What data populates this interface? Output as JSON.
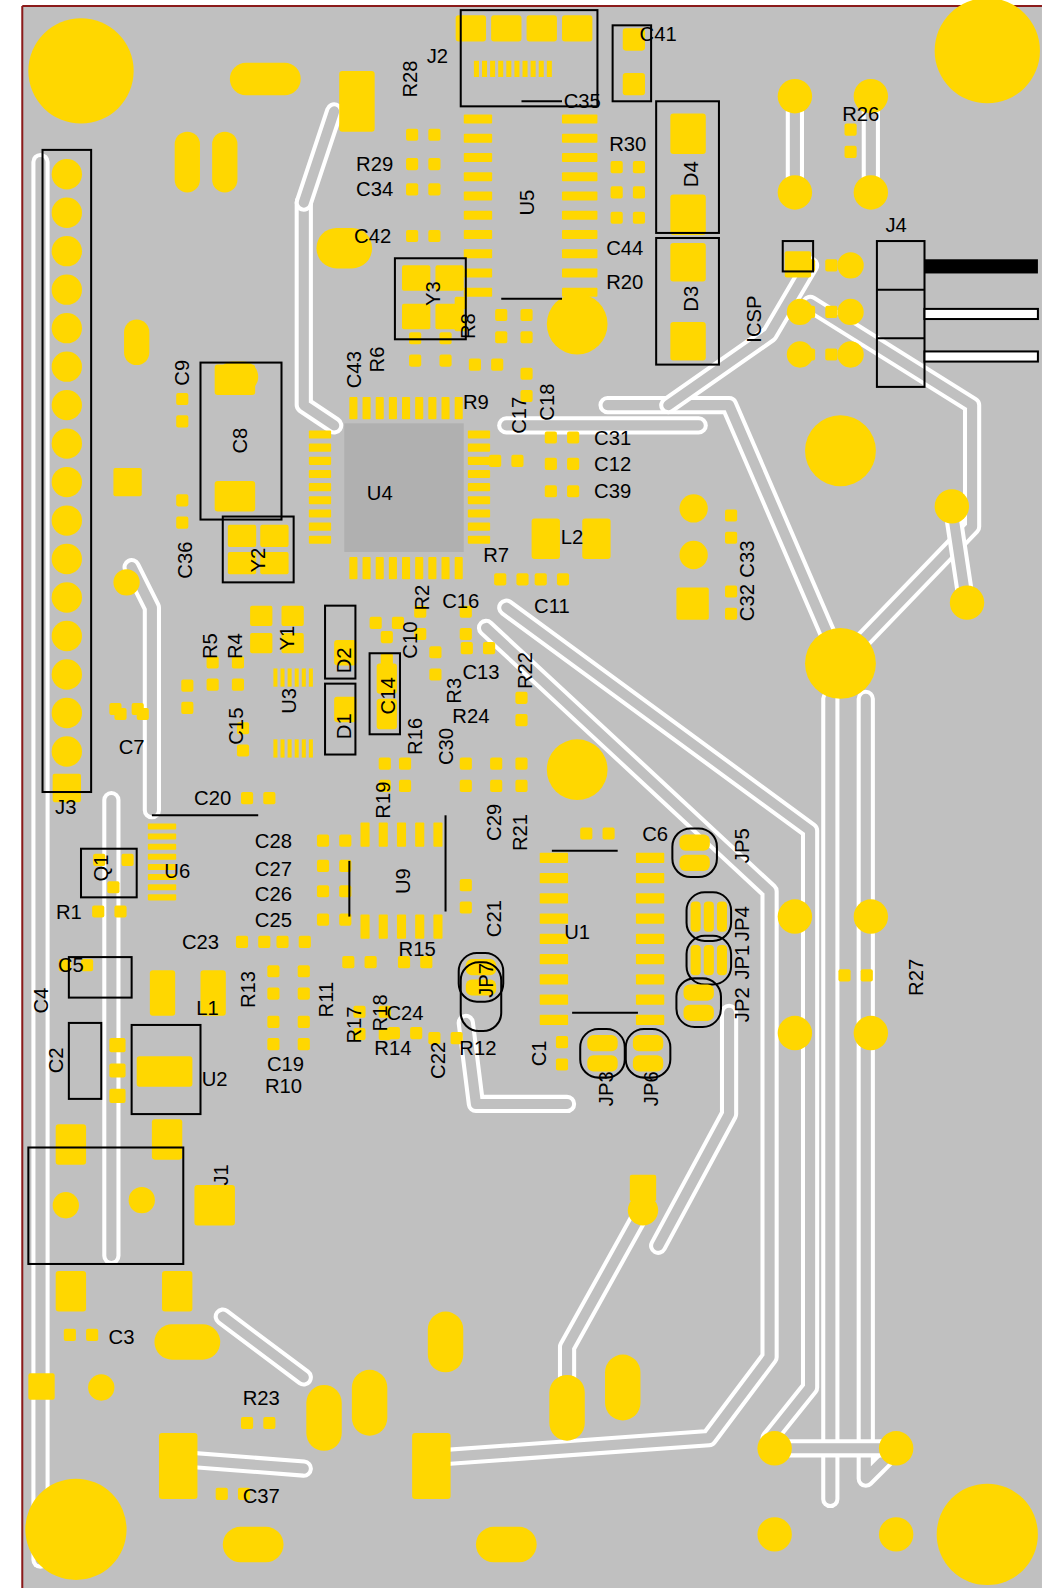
{
  "diagram": {
    "labels": [
      "C41",
      "J2",
      "C35",
      "R28",
      "R26",
      "R29",
      "R30",
      "D4",
      "C34",
      "U5",
      "J4",
      "C42",
      "C44",
      "R20",
      "D3",
      "ICSP",
      "Y3",
      "R8",
      "R6",
      "C43",
      "C9",
      "R9",
      "C17",
      "C18",
      "C31",
      "C12",
      "C39",
      "C8",
      "U4",
      "L2",
      "C36",
      "Y2",
      "C33",
      "R7",
      "C11",
      "C32",
      "R2",
      "C16",
      "Y1",
      "R5",
      "R4",
      "C10",
      "D2",
      "R22",
      "C13",
      "R3",
      "C14",
      "U3",
      "D1",
      "R16",
      "R24",
      "C30",
      "C15",
      "C7",
      "R19",
      "C20",
      "J3",
      "C28",
      "C29",
      "R21",
      "C6",
      "JP5",
      "U9",
      "Q1",
      "C27",
      "U6",
      "C26",
      "U1",
      "JP4",
      "R1",
      "C25",
      "C21",
      "C23",
      "R15",
      "JP1",
      "R27",
      "C5",
      "JP7",
      "R13",
      "R11",
      "C4",
      "L1",
      "JP2",
      "R17",
      "R18",
      "C24",
      "C2",
      "C19",
      "C1",
      "U2",
      "R10",
      "R14",
      "C22",
      "R12",
      "JP3",
      "JP6",
      "J1",
      "C3",
      "R23",
      "C37"
    ]
  }
}
